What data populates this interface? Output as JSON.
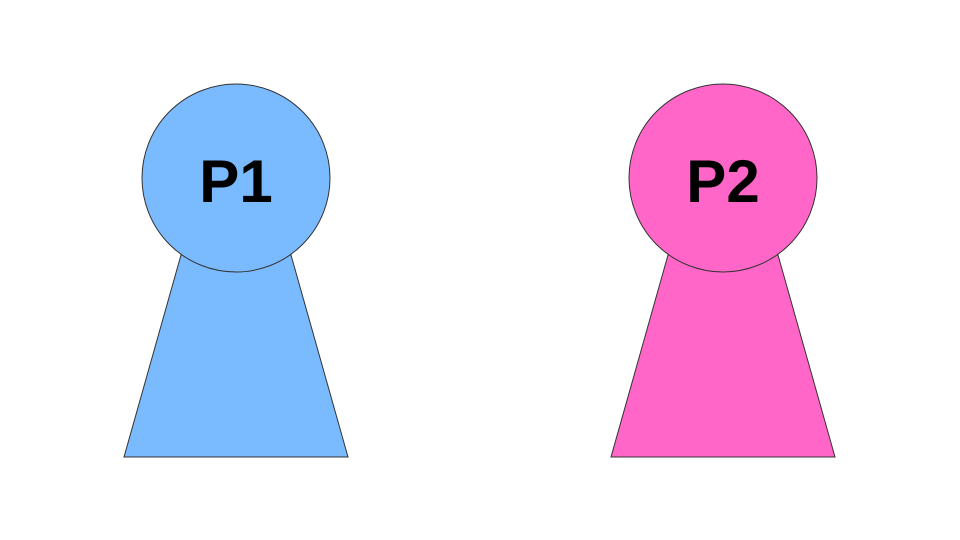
{
  "pawns": [
    {
      "label": "P1",
      "color": "#7ABAFF",
      "name": "player-1-pawn"
    },
    {
      "label": "P2",
      "color": "#FF66C7",
      "name": "player-2-pawn"
    }
  ],
  "outline_color": "#333333",
  "background_color": "#FFFFFF"
}
